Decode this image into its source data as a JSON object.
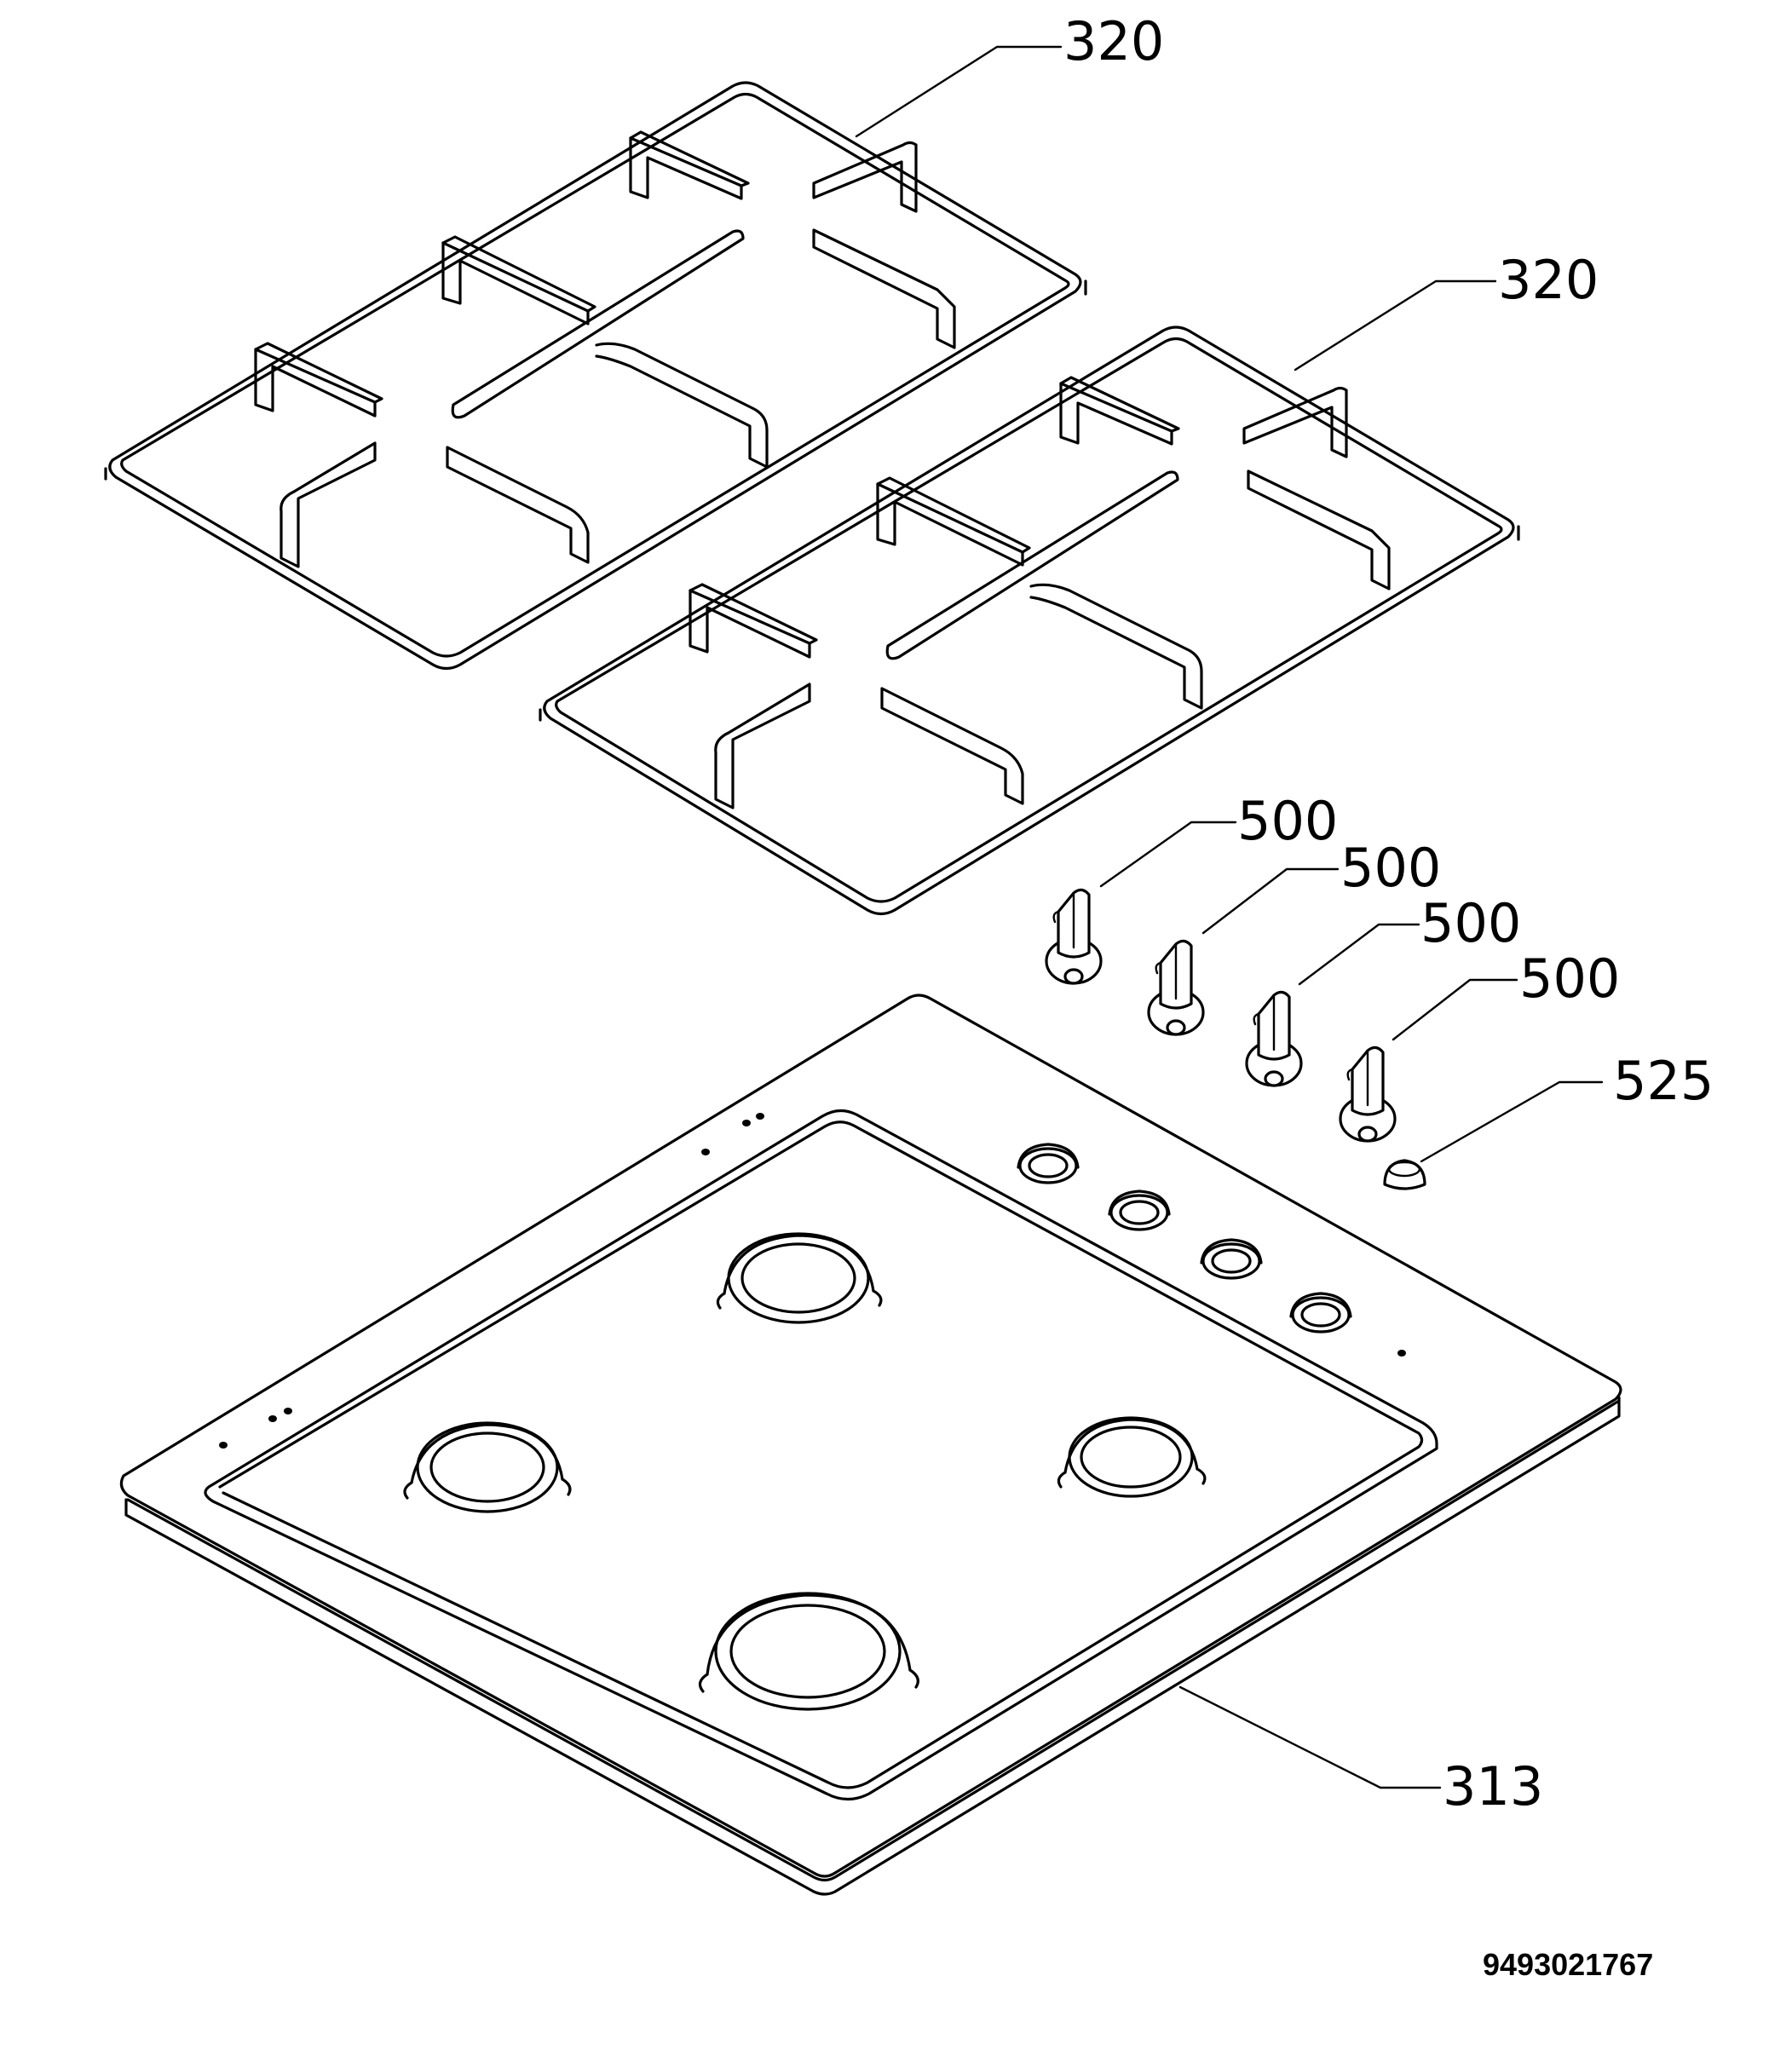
{
  "labels": {
    "grid_top": "320",
    "grid_second": "320",
    "knob_1": "500",
    "knob_2": "500",
    "knob_3": "500",
    "knob_4": "500",
    "cap": "525",
    "hob": "313"
  },
  "drawing_code": "9493021767",
  "colors": {
    "line": "#000000",
    "background": "#ffffff"
  }
}
